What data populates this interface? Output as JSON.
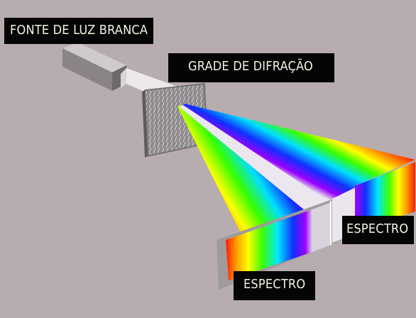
{
  "labels": {
    "source": "FONTE DE LUZ BRANCA",
    "grating": "GRADE DE DIFRAÇÃO",
    "spectrum_right": "ESPECTRO",
    "spectrum_bottom": "ESPECTRO"
  },
  "colors": {
    "background": "#b7adae",
    "label_bg": "#050505",
    "label_text": "#f4f4e0",
    "beam": "#ece8ec",
    "screen_frame": "#a8a3a6"
  },
  "elements": {
    "light_source": "light-source-box",
    "white_beam": "white-light-beam",
    "grating": "diffraction-grating",
    "fans": "rainbow-fans",
    "screens": "spectrum-screens"
  }
}
